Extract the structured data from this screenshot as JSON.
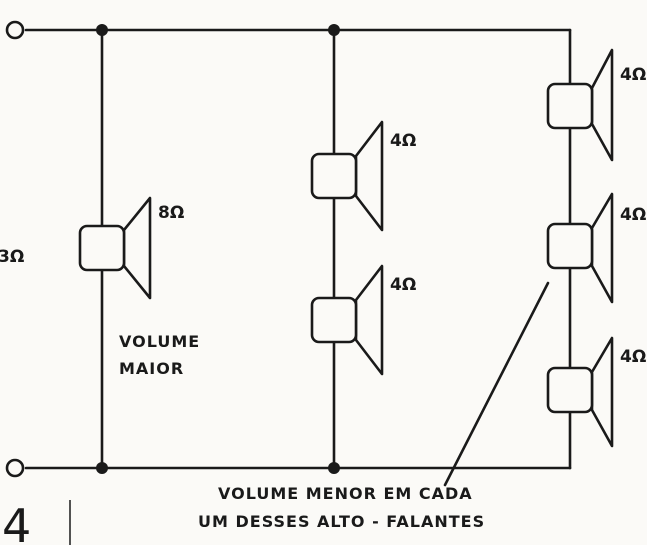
{
  "figure_number": "4",
  "labels": {
    "equivalent_impedance": "3Ω",
    "speaker_left": "8Ω",
    "speaker_mid_top": "4Ω",
    "speaker_mid_bottom": "4Ω",
    "speaker_right_top": "4Ω",
    "speaker_right_middle": "4Ω",
    "speaker_right_bottom": "4Ω"
  },
  "annotations": {
    "louder_line1": "VOLUME",
    "louder_line2": "MAIOR",
    "quieter_line1": "VOLUME MENOR EM CADA",
    "quieter_line2": "UM DESSES ALTO - FALANTES"
  },
  "colors": {
    "ink": "#1a1a1a",
    "paper": "#fbfaf7"
  }
}
